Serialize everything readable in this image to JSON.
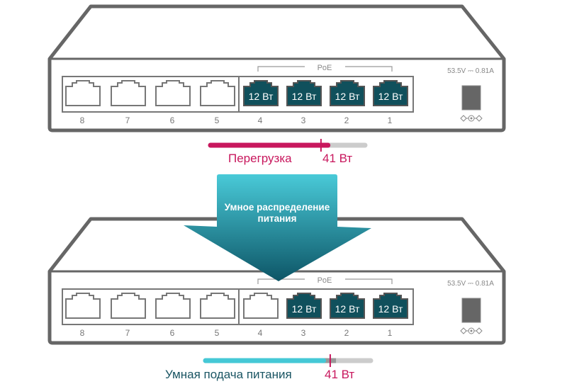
{
  "switches": [
    {
      "id": "overload",
      "poe_label": "PoE",
      "power_rating": "53.5V ⎓ 0.81A",
      "power_jack_icon": "dc-polarity-icon",
      "ports": [
        {
          "number": "8",
          "poe": false,
          "label": ""
        },
        {
          "number": "7",
          "poe": false,
          "label": ""
        },
        {
          "number": "6",
          "poe": false,
          "label": ""
        },
        {
          "number": "5",
          "poe": false,
          "label": ""
        },
        {
          "number": "4",
          "poe": true,
          "label": "12 Вт"
        },
        {
          "number": "3",
          "poe": true,
          "label": "12 Вт"
        },
        {
          "number": "2",
          "poe": true,
          "label": "12 Вт"
        },
        {
          "number": "1",
          "poe": true,
          "label": "12 Вт"
        }
      ],
      "power_bar": {
        "caption": "Перегрузка",
        "limit_label": "41 Вт",
        "used_fraction": 0.76,
        "limit_fraction": 0.715,
        "fill_color": "#c8175d",
        "track_color": "#cccccc",
        "marker_color": "#c8175d"
      }
    },
    {
      "id": "smart",
      "poe_label": "PoE",
      "power_rating": "53.5V ⎓ 0.81A",
      "power_jack_icon": "dc-polarity-icon",
      "ports": [
        {
          "number": "8",
          "poe": false,
          "label": ""
        },
        {
          "number": "7",
          "poe": false,
          "label": ""
        },
        {
          "number": "6",
          "poe": false,
          "label": ""
        },
        {
          "number": "5",
          "poe": false,
          "label": ""
        },
        {
          "number": "4",
          "poe": false,
          "label": ""
        },
        {
          "number": "3",
          "poe": true,
          "label": "12 Вт"
        },
        {
          "number": "2",
          "poe": true,
          "label": "12 Вт"
        },
        {
          "number": "1",
          "poe": true,
          "label": "12 Вт"
        }
      ],
      "power_bar": {
        "caption": "Умная подача питания",
        "limit_label": "41 Вт",
        "used_fraction": 0.715,
        "reserve_fraction": 0.79,
        "limit_fraction": 0.755,
        "fill_color": "#45c8d6",
        "reserve_color": "#999999",
        "track_color": "#cccccc",
        "marker_color": "#c8175d"
      }
    }
  ],
  "arrow": {
    "text": "Умное распределение питания",
    "gradient_top": "#49cad8",
    "gradient_bottom": "#0d5566"
  },
  "colors": {
    "outline": "#666666",
    "poe_port": "#10505c",
    "port_outline": "#777777"
  }
}
